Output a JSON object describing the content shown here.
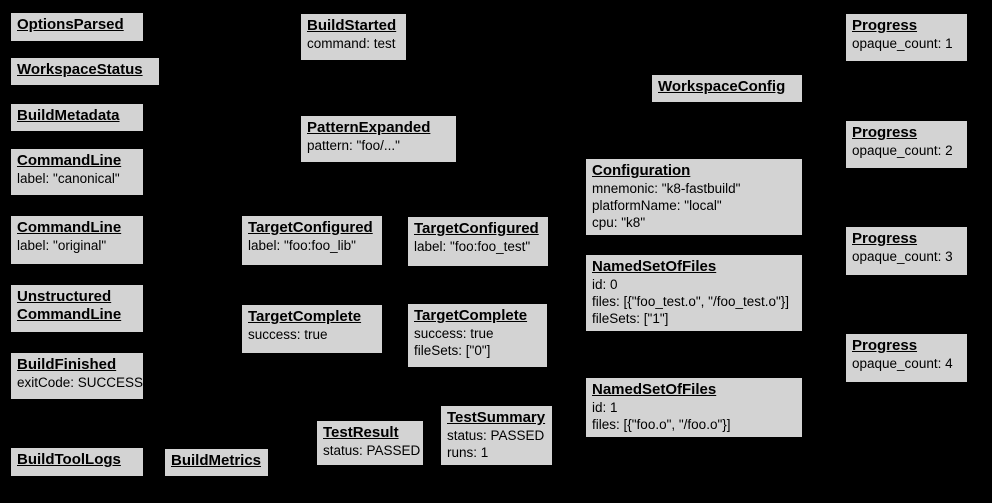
{
  "diagram": {
    "colors": {
      "background": "#000000",
      "node_fill": "#d3d3d3",
      "node_border": "#000000",
      "text": "#000000"
    },
    "nodes": [
      {
        "title": "OptionsParsed",
        "lines": []
      },
      {
        "title": "WorkspaceStatus",
        "lines": []
      },
      {
        "title": "BuildMetadata",
        "lines": []
      },
      {
        "title": "CommandLine",
        "lines": [
          "label: \"canonical\""
        ]
      },
      {
        "title": "CommandLine",
        "lines": [
          "label: \"original\""
        ]
      },
      {
        "title": "Unstructured",
        "title2": "CommandLine",
        "lines": []
      },
      {
        "title": "BuildFinished",
        "lines": [
          "exitCode: SUCCESS"
        ]
      },
      {
        "title": "BuildToolLogs",
        "lines": []
      },
      {
        "title": "BuildMetrics",
        "lines": []
      },
      {
        "title": "BuildStarted",
        "lines": [
          "command: test"
        ]
      },
      {
        "title": "PatternExpanded",
        "lines": [
          "pattern: \"foo/...\""
        ]
      },
      {
        "title": "TargetConfigured",
        "lines": [
          "label: \"foo:foo_lib\""
        ]
      },
      {
        "title": "TargetConfigured",
        "lines": [
          "label: \"foo:foo_test\""
        ]
      },
      {
        "title": "TargetComplete",
        "lines": [
          "success: true"
        ]
      },
      {
        "title": "TargetComplete",
        "lines": [
          "success: true",
          "fileSets: [\"0\"]"
        ]
      },
      {
        "title": "TestResult",
        "lines": [
          "status: PASSED"
        ]
      },
      {
        "title": "TestSummary",
        "lines": [
          "status: PASSED",
          "runs: 1"
        ]
      },
      {
        "title": "WorkspaceConfig",
        "lines": []
      },
      {
        "title": "Configuration",
        "lines": [
          "mnemonic: \"k8-fastbuild\"",
          "platformName: \"local\"",
          "cpu: \"k8\""
        ]
      },
      {
        "title": "NamedSetOfFiles",
        "lines": [
          "id: 0",
          "files: [{\"foo_test.o\", \"/foo_test.o\"}]",
          "fileSets: [\"1\"]"
        ]
      },
      {
        "title": "NamedSetOfFiles",
        "lines": [
          "id: 1",
          "files: [{\"foo.o\", \"/foo.o\"}]"
        ]
      },
      {
        "title": "Progress",
        "lines": [
          "opaque_count: 1"
        ]
      },
      {
        "title": "Progress",
        "lines": [
          "opaque_count: 2"
        ]
      },
      {
        "title": "Progress",
        "lines": [
          "opaque_count: 3"
        ]
      },
      {
        "title": "Progress",
        "lines": [
          "opaque_count: 4"
        ]
      }
    ]
  }
}
